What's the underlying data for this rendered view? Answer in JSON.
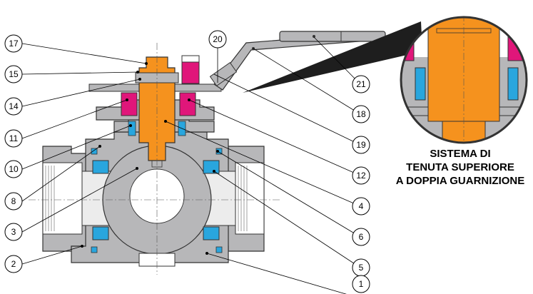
{
  "diagram": {
    "caption_lines": [
      "SISTEMA DI",
      "TENUTA SUPERIORE",
      "A DOPPIA GUARNIZIONE"
    ],
    "callouts": [
      "17",
      "15",
      "14",
      "11",
      "10",
      "8",
      "3",
      "2",
      "20",
      "21",
      "18",
      "19",
      "12",
      "4",
      "6",
      "5",
      "1"
    ],
    "colors": {
      "body": "#b7b7b9",
      "stem": "#f5921e",
      "seal_magenta": "#e0167a",
      "seat_blue": "#29a6de",
      "outline": "#333333"
    }
  }
}
